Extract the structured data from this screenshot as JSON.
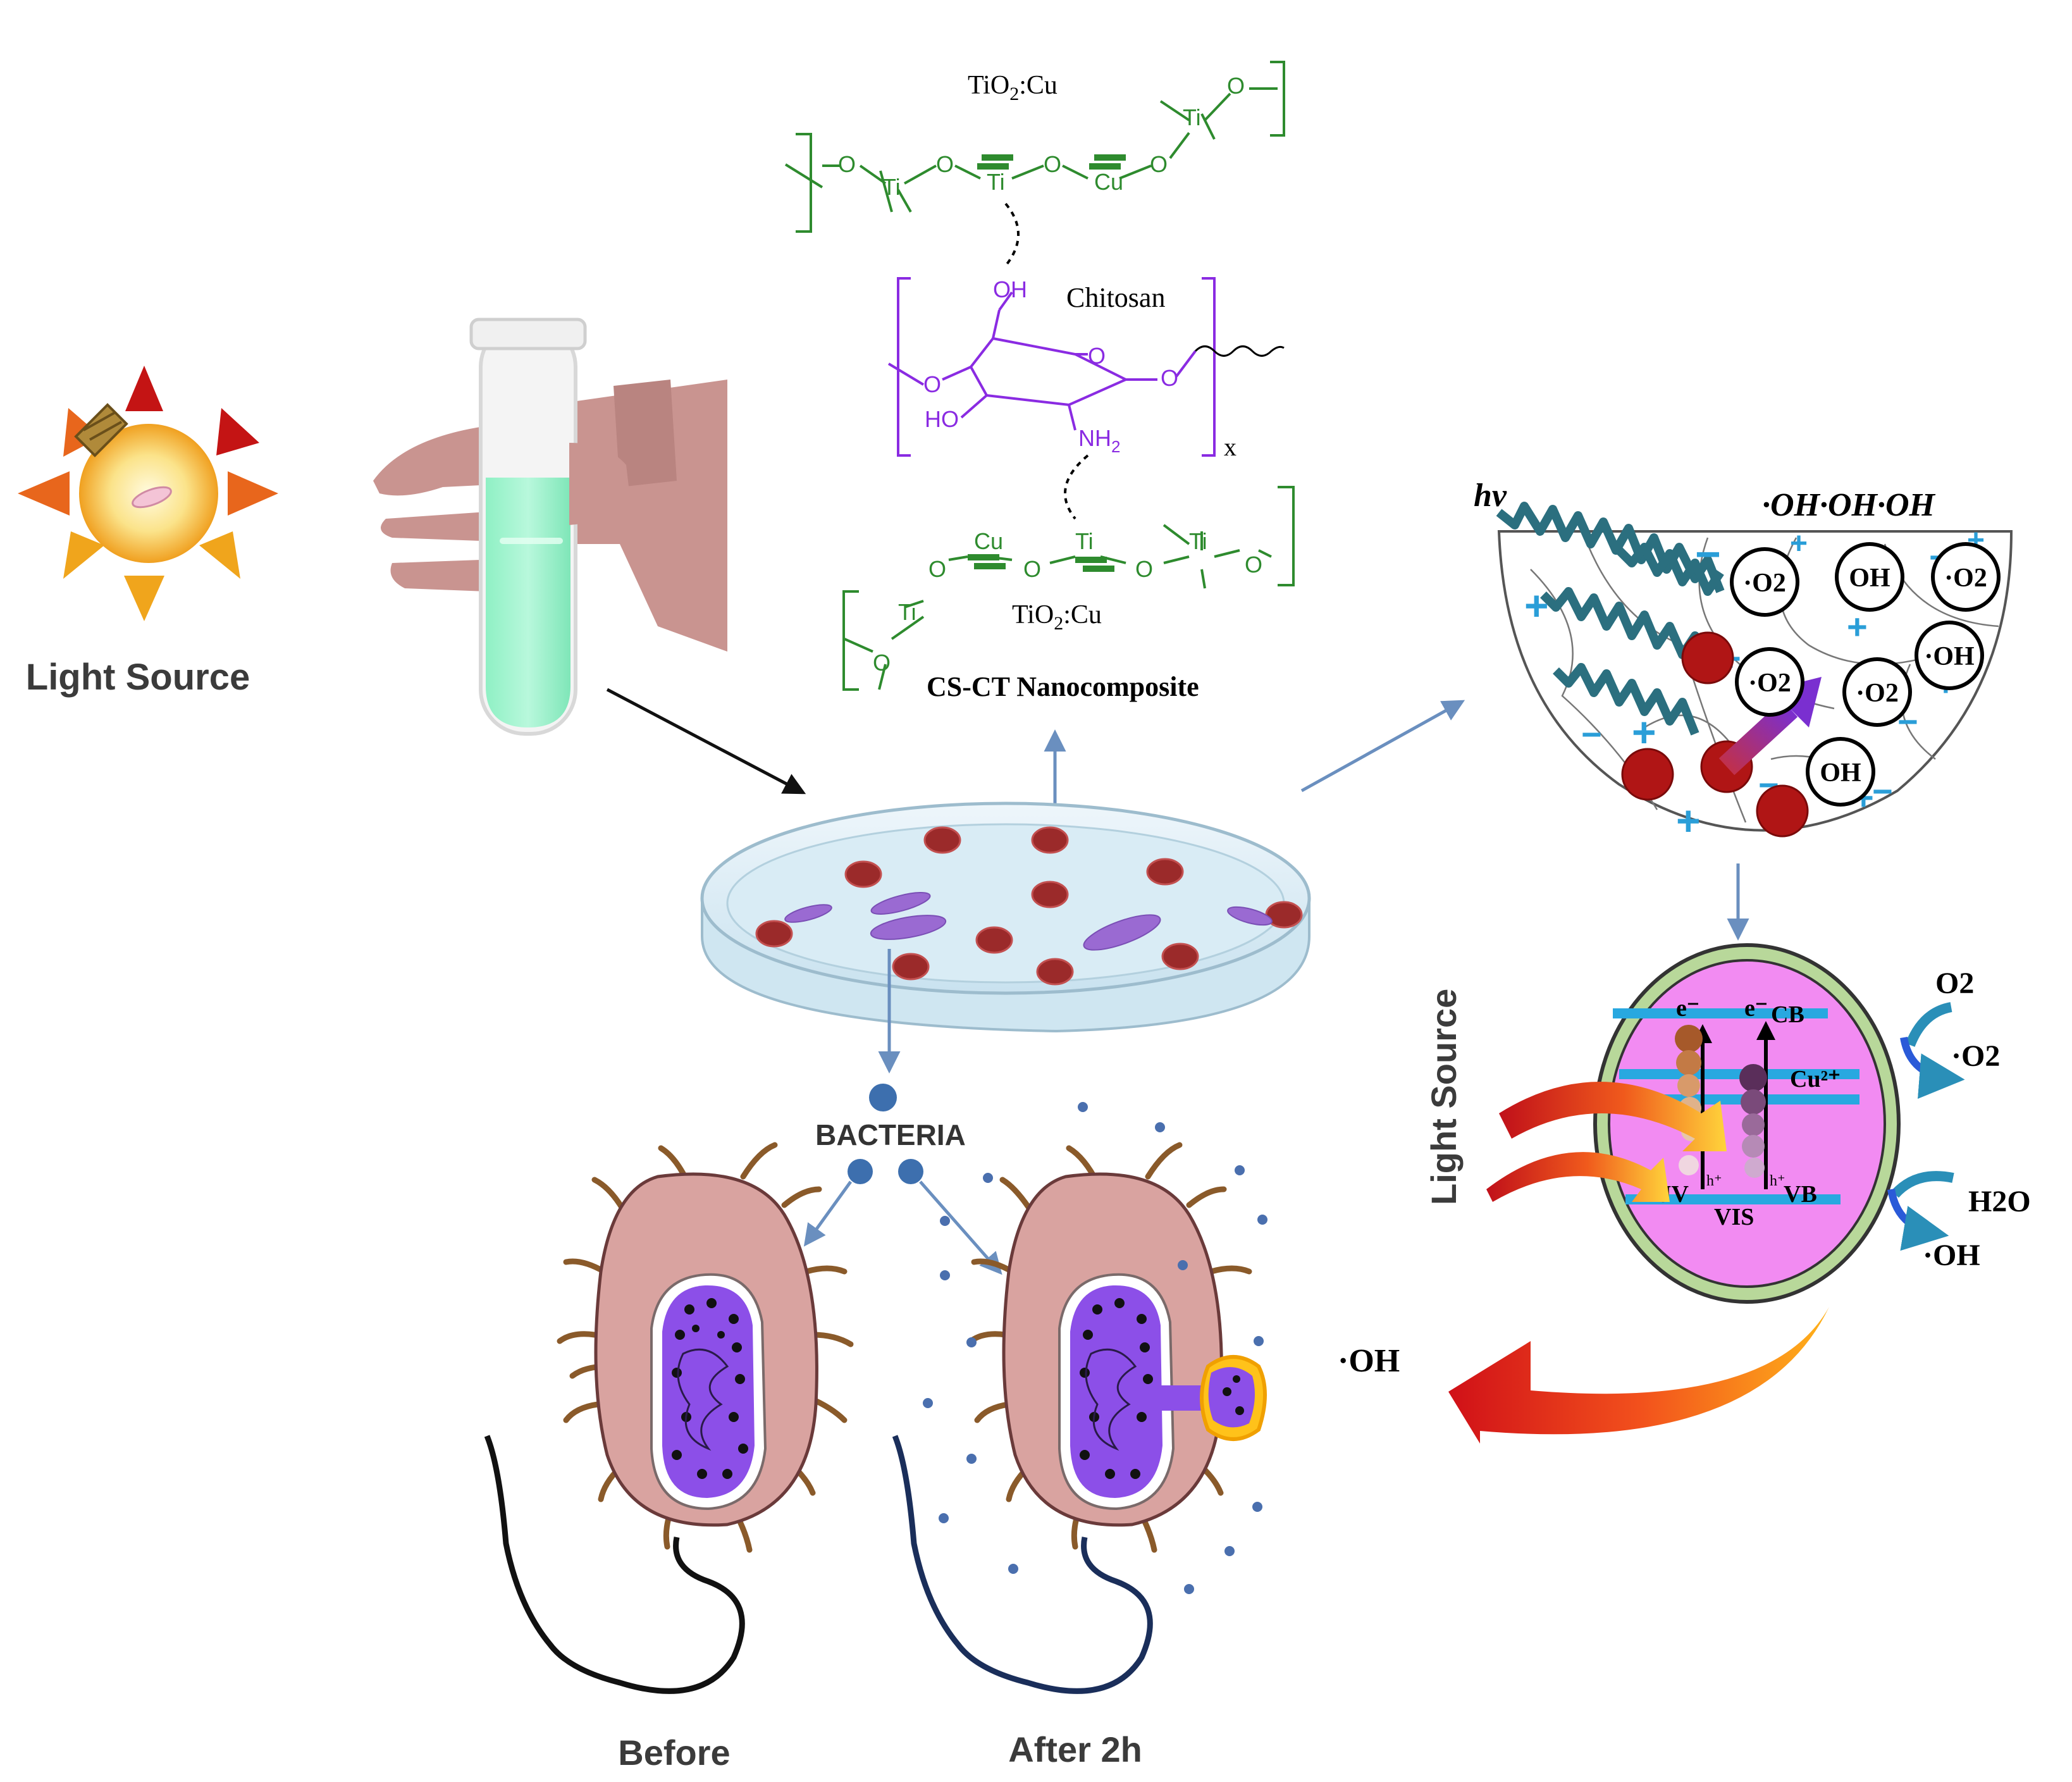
{
  "light_source_left": "Light Source",
  "light_source_vertical": "Light Source",
  "tio2cu_top": "TiO",
  "tio2cu_top_sub": "2",
  "tio2cu_top_tail": ":Cu",
  "tio2cu_bottom": "TiO",
  "tio2cu_bottom_sub": "2",
  "tio2cu_bottom_tail": ":Cu",
  "chitosan_label": "Chitosan",
  "x_label": "x",
  "oh_group": "OH",
  "ho_group": "HO",
  "nh2_group": "NH",
  "nh2_sub": "2",
  "ti_atom": "Ti",
  "cu_atom": "Cu",
  "o_atom": "O",
  "nanocomposite_label": "CS-CT Nanocomposite",
  "hv_label": "hv",
  "radicals_top": "·OH·OH·OH",
  "bubbles": [
    "·O2",
    "OH",
    "·O2",
    "·O2",
    "·OH",
    "·O2",
    "OH"
  ],
  "band": {
    "e_minus": "e⁻",
    "cb": "CB",
    "cu2": "Cu²⁺",
    "h_plus": "h⁺",
    "uv": "UV",
    "vb": "VB",
    "vis": "VIS"
  },
  "o2_in": "O2",
  "o2_out": "·O2",
  "h2o_in": "H2O",
  "oh_out": "·OH",
  "oh_big": "·OH",
  "bacteria_label": "BACTERIA",
  "before_label": "Before",
  "after_label": "After 2h",
  "colors": {
    "chem_green": "#2e8b2e",
    "chitosan_purple": "#8a2be2",
    "arrow_blue": "#6a8fbf",
    "spring_teal": "#2b6f7f",
    "nanoparticle_red": "#b01515",
    "band_pink": "#f28bf2",
    "cell_pink": "#d8a3a0",
    "nucleus_purple": "#8c4fe8"
  }
}
